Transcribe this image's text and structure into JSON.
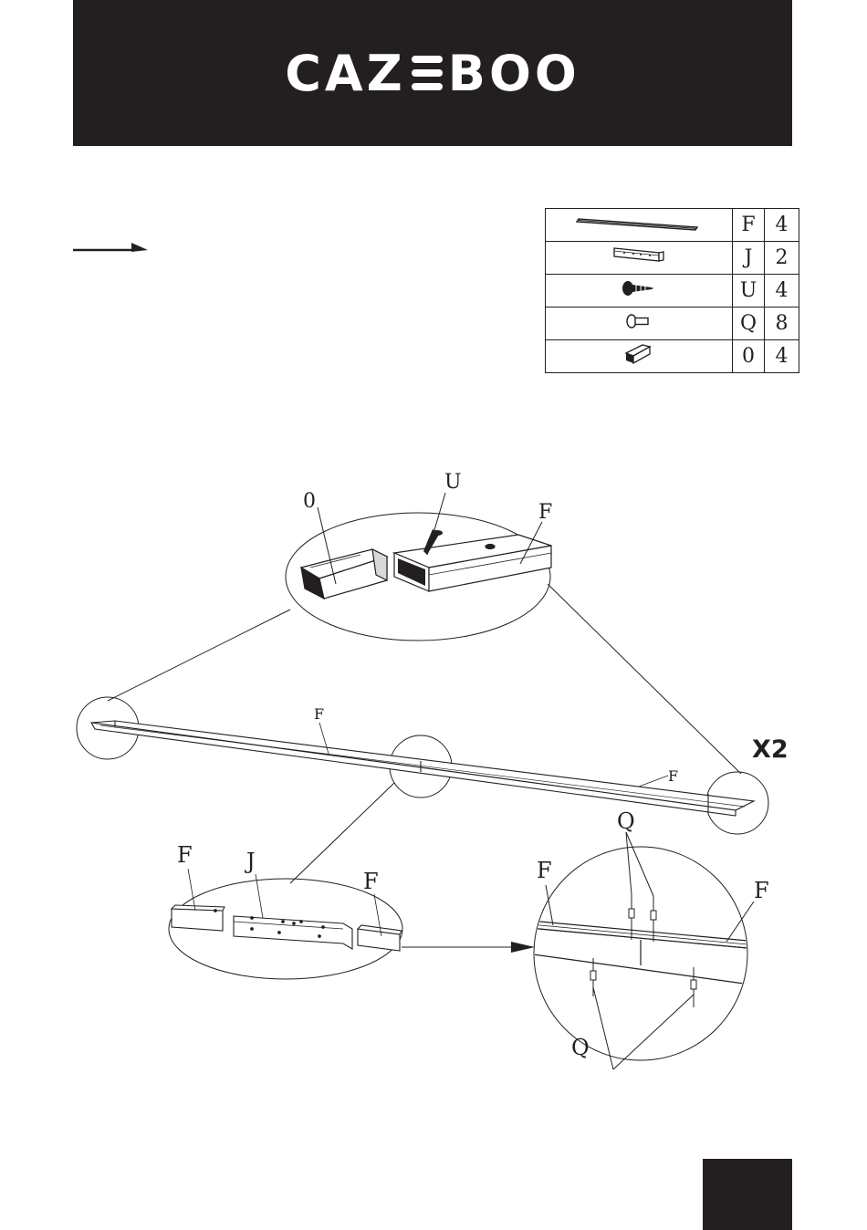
{
  "header": {
    "brand": "CAZEBOO",
    "brand_left": "CAZ",
    "brand_right": "BOO",
    "background": "#231f20"
  },
  "parts": [
    {
      "icon": "long-bar-icon",
      "code": "F",
      "qty": "4"
    },
    {
      "icon": "connector-plate-icon",
      "code": "J",
      "qty": "2"
    },
    {
      "icon": "screw-icon",
      "code": "U",
      "qty": "4"
    },
    {
      "icon": "bolt-icon",
      "code": "Q",
      "qty": "8"
    },
    {
      "icon": "end-cap-icon",
      "code": "0",
      "qty": "4"
    }
  ],
  "diagram": {
    "top_detail": {
      "cap": "0",
      "screw": "U",
      "bar": "F"
    },
    "main": {
      "bar_left": "F",
      "bar_right": "F"
    },
    "bottom_left": {
      "bar_left": "F",
      "plate": "J",
      "bar_right": "F"
    },
    "bottom_right": {
      "bar_left": "F",
      "bar_right": "F",
      "bolts_top": "Q",
      "bolts_bottom": "Q"
    },
    "multiplier": "X2"
  }
}
